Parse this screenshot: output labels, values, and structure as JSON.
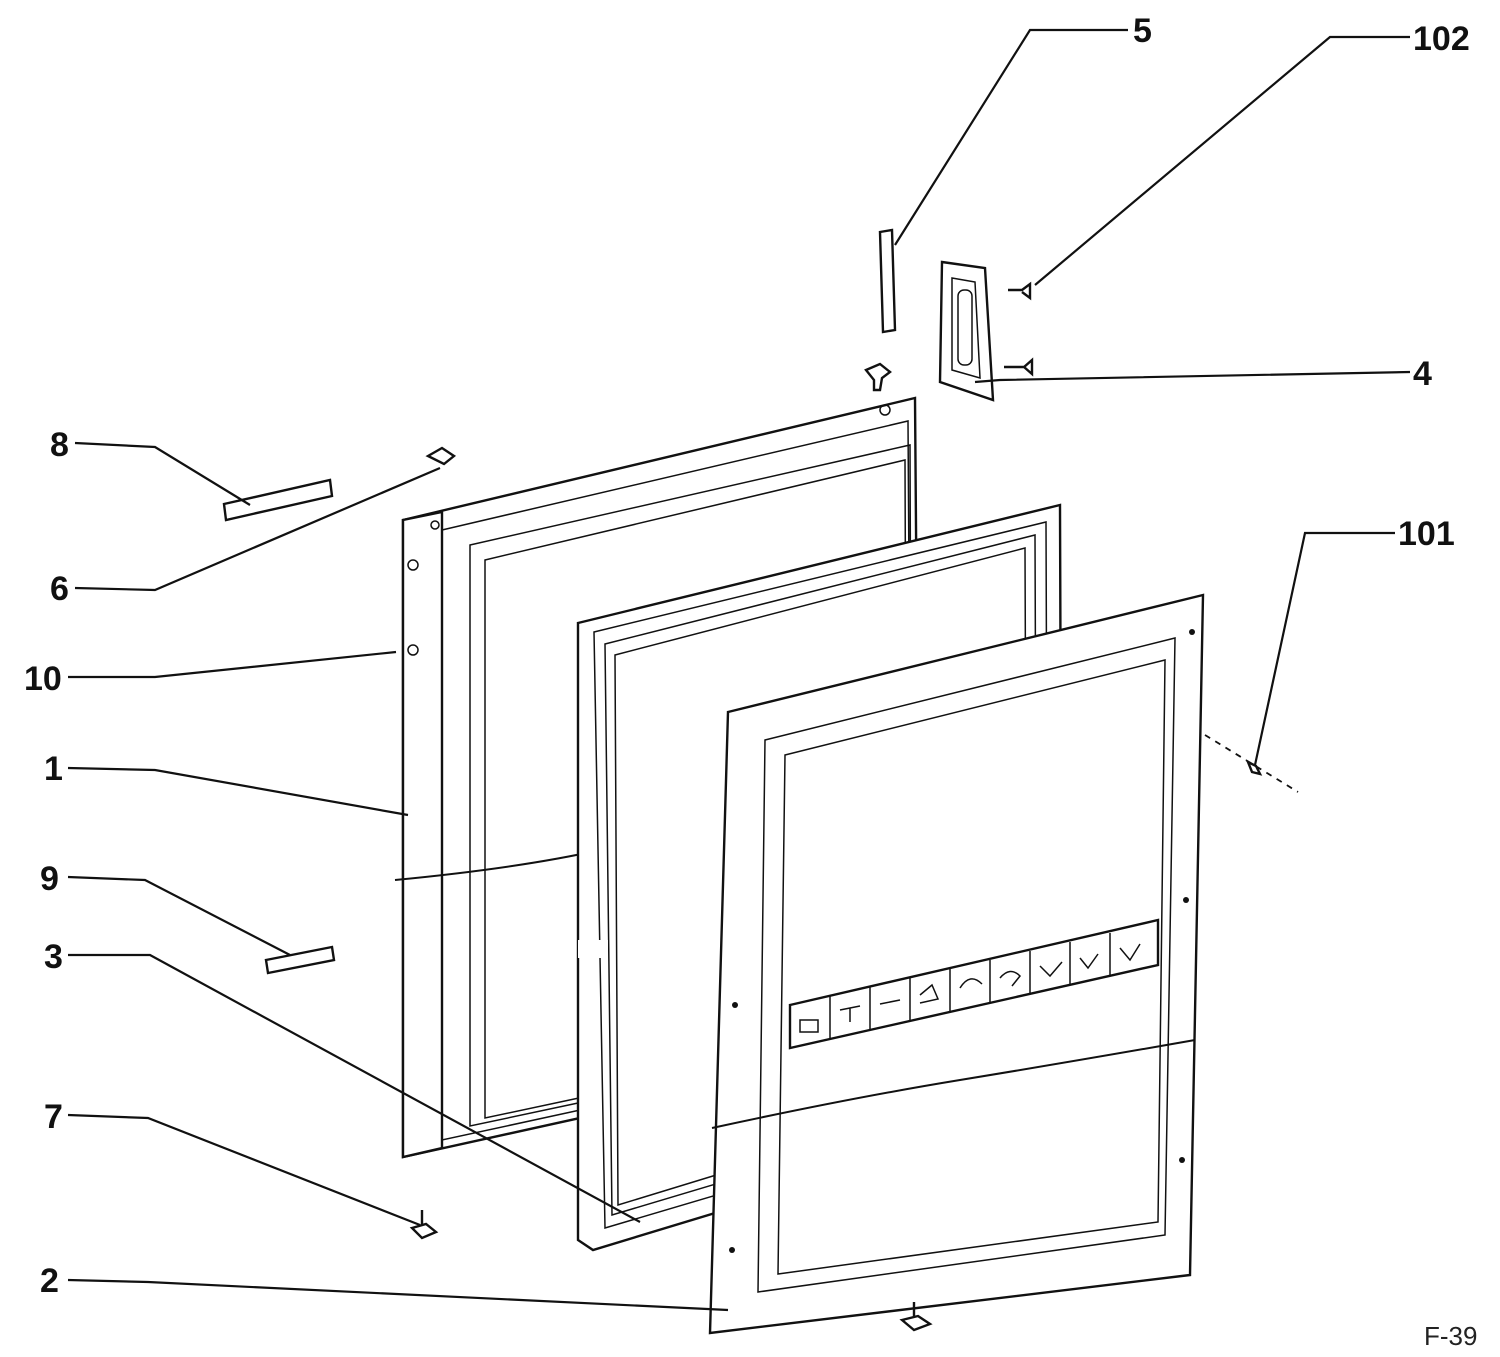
{
  "callouts": {
    "c5": "5",
    "c102": "102",
    "c4": "4",
    "c8": "8",
    "c6": "6",
    "c10": "10",
    "c1": "1",
    "c9": "9",
    "c3": "3",
    "c7": "7",
    "c2": "2",
    "c101": "101"
  },
  "figure_ref": "F-39",
  "icon_names": [
    "door-liner-panel",
    "door-gasket",
    "decorative-door-panel",
    "door-handle",
    "hinge-pin",
    "screw"
  ],
  "colors": {
    "ink": "#111111",
    "paper": "#ffffff"
  }
}
